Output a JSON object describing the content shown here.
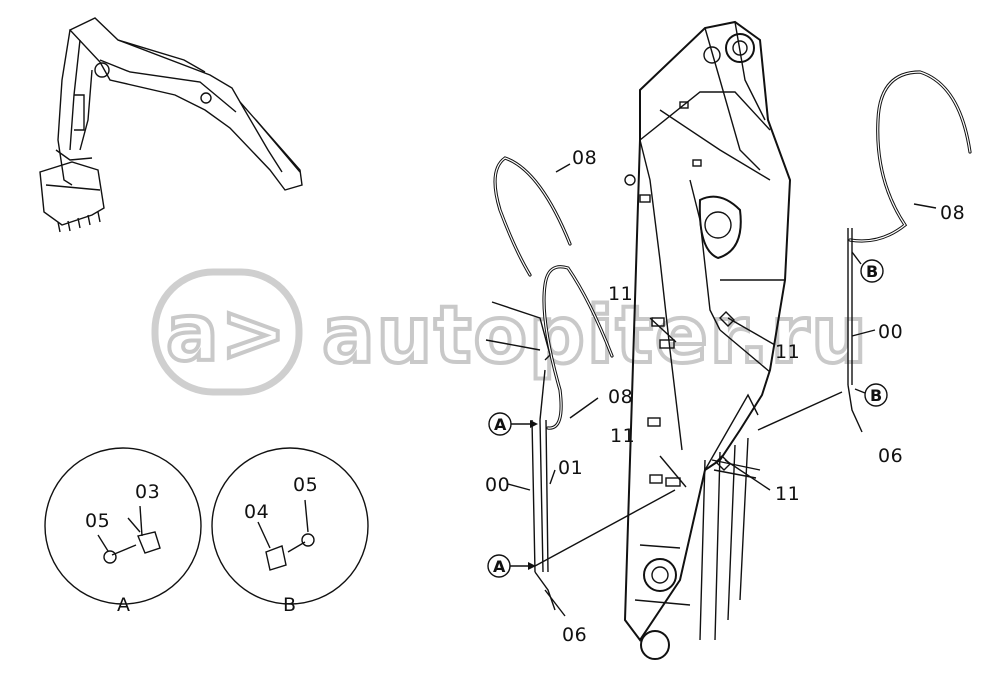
{
  "watermark": {
    "text": "autopiter.ru",
    "logo_glyph": "a>"
  },
  "detail_views": [
    {
      "letter": "A",
      "parts": [
        "03",
        "05"
      ]
    },
    {
      "letter": "B",
      "parts": [
        "05",
        "04"
      ]
    }
  ],
  "part_labels": {
    "p08_top": "08",
    "p08_right": "08",
    "p08_mid": "08",
    "p11_a": "11",
    "p11_b": "11",
    "p11_c": "11",
    "p11_d": "11",
    "p00_left": "00",
    "p01_left": "01",
    "p00_right": "00",
    "p06_left": "06",
    "p06_right": "06",
    "det_a_03": "03",
    "det_a_05": "05",
    "det_b_05": "05",
    "det_b_04": "04"
  },
  "callouts": {
    "a_top": "A",
    "a_bottom": "A",
    "b_top": "B",
    "b_bottom": "B"
  }
}
